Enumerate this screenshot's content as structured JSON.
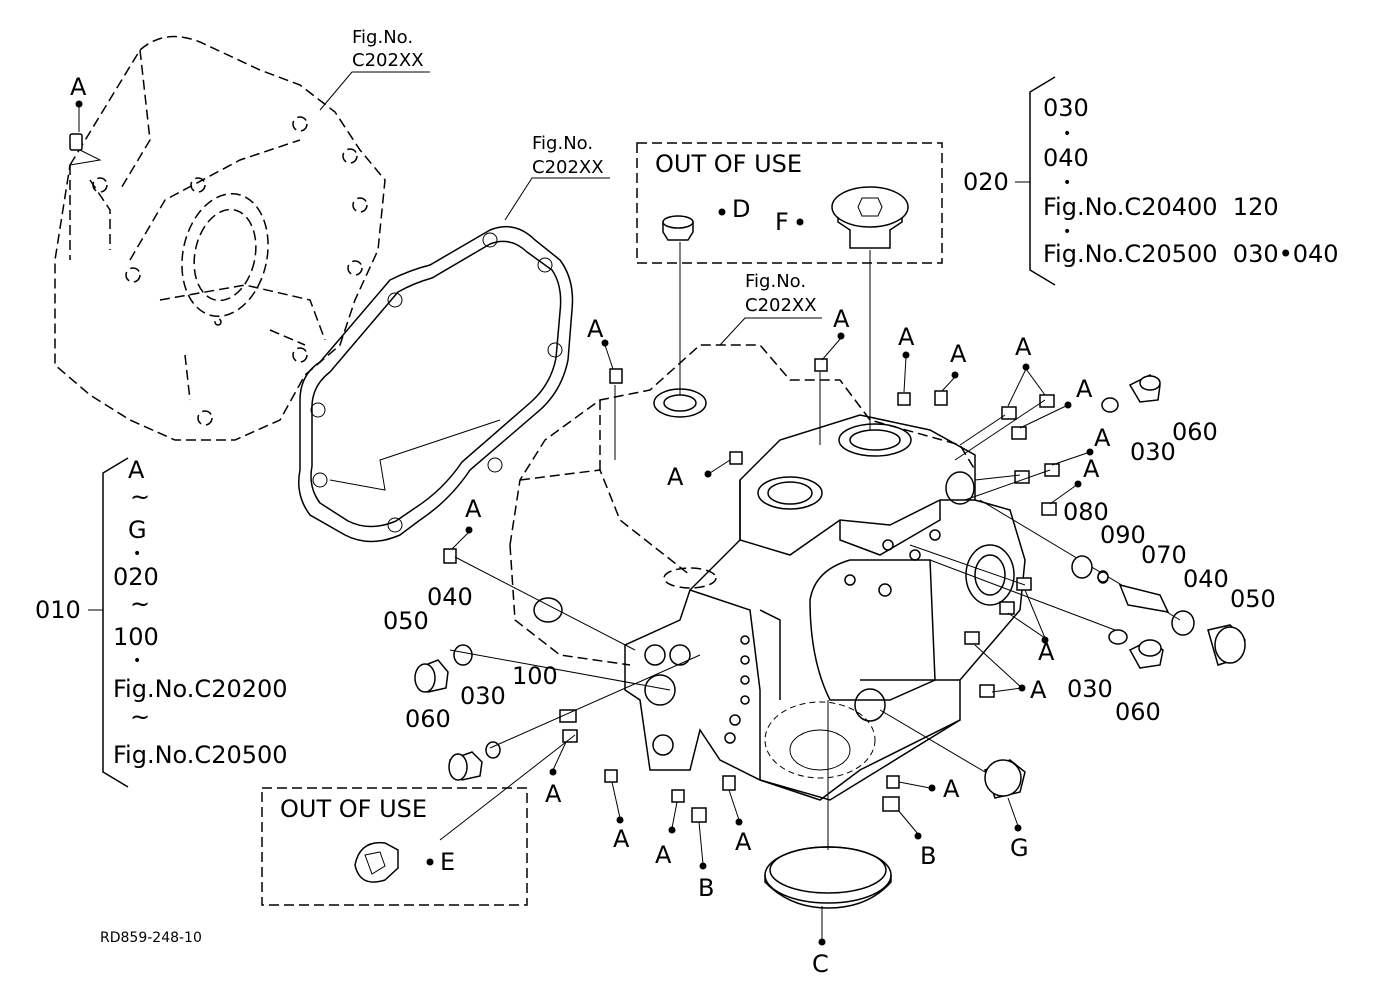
{
  "callouts": {
    "fig_top_left": [
      "Fig.No.",
      "C202XX"
    ],
    "fig_gasket": [
      "Fig.No.",
      "C202XX"
    ],
    "fig_body": [
      "Fig.No.",
      "C202XX"
    ]
  },
  "out_of_use_top": {
    "title": "OUT OF USE",
    "parts": [
      "D",
      "F"
    ]
  },
  "out_of_use_bottom": {
    "title": "OUT OF USE",
    "parts": [
      "E"
    ]
  },
  "group_020": {
    "ref": "020",
    "lines": [
      "030",
      "•",
      "040",
      "•",
      "Fig.No.C20400  120",
      "•",
      "Fig.No.C20500  030•040"
    ]
  },
  "group_010": {
    "ref": "010",
    "lines": [
      "A",
      "~",
      "G",
      "•",
      "020",
      "~",
      "100",
      "•",
      "Fig.No.C20200",
      "~",
      "Fig.No.C20500"
    ]
  },
  "part_labels": {
    "a": "A",
    "b": "B",
    "c": "C",
    "g": "G",
    "p030": "030",
    "p040": "040",
    "p050": "050",
    "p060": "060",
    "p070": "070",
    "p080": "080",
    "p090": "090",
    "p100": "100"
  },
  "footer": {
    "code": "RD859-248-10"
  }
}
